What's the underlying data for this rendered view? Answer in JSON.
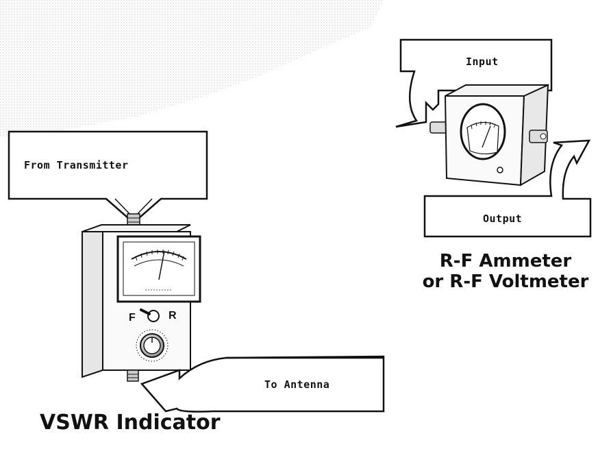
{
  "labels": {
    "from_transmitter": "From Transmitter",
    "to_antenna": "To Antenna",
    "input": "Input",
    "output": "Output"
  },
  "titles": {
    "vswr": "VSWR Indicator",
    "ammeter_line1": "R-F Ammeter",
    "ammeter_line2": "or R-F Voltmeter"
  },
  "switch": {
    "forward": "F",
    "reverse": "R"
  }
}
